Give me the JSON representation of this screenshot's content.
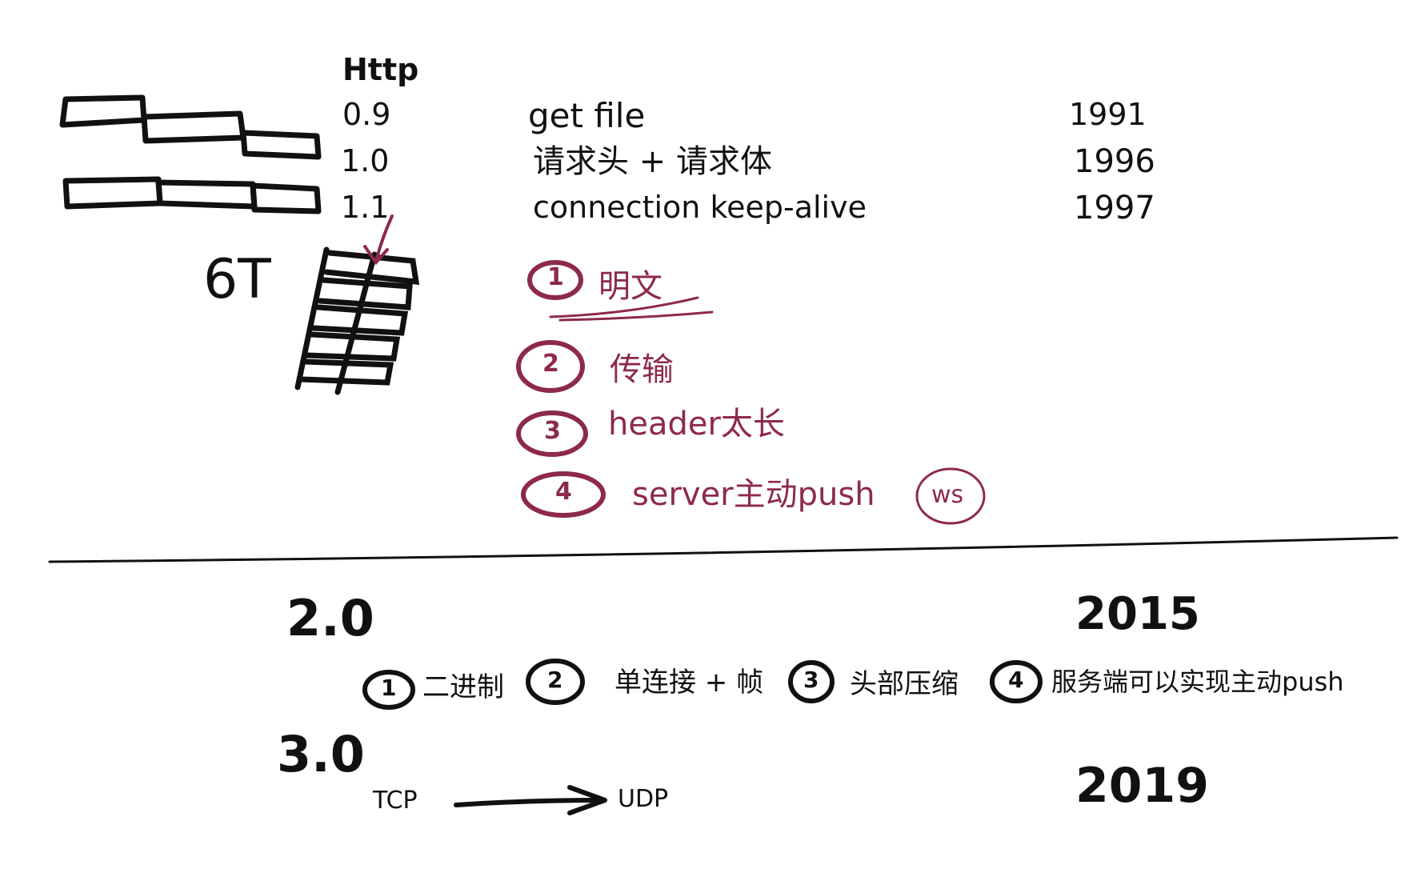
{
  "colors": {
    "ink": "#111111",
    "accent": "#8d2a49",
    "background": "#ffffff"
  },
  "http_title": "Http",
  "versions_early": [
    {
      "version": "0.9",
      "feature": "get file",
      "year": "1991"
    },
    {
      "version": "1.0",
      "feature": "请求头 + 请求体",
      "year": "1996"
    },
    {
      "version": "1.1",
      "feature": "connection keep-alive",
      "year": "1997"
    }
  ],
  "connection_limit_label": "6T",
  "problems": [
    {
      "num": "1",
      "text": "明文"
    },
    {
      "num": "2",
      "text": "传输"
    },
    {
      "num": "3",
      "text": "header太长"
    },
    {
      "num": "4",
      "text": "server主动push"
    }
  ],
  "ws_label": "ws",
  "http2": {
    "version": "2.0",
    "year": "2015",
    "features": [
      {
        "num": "1",
        "text": "二进制"
      },
      {
        "num": "2",
        "text": "单连接 + 帧"
      },
      {
        "num": "3",
        "text": "头部压缩"
      },
      {
        "num": "4",
        "text": "服务端可以实现主动push"
      }
    ]
  },
  "http3": {
    "version": "3.0",
    "year": "2019",
    "from_protocol": "TCP",
    "to_protocol": "UDP"
  }
}
